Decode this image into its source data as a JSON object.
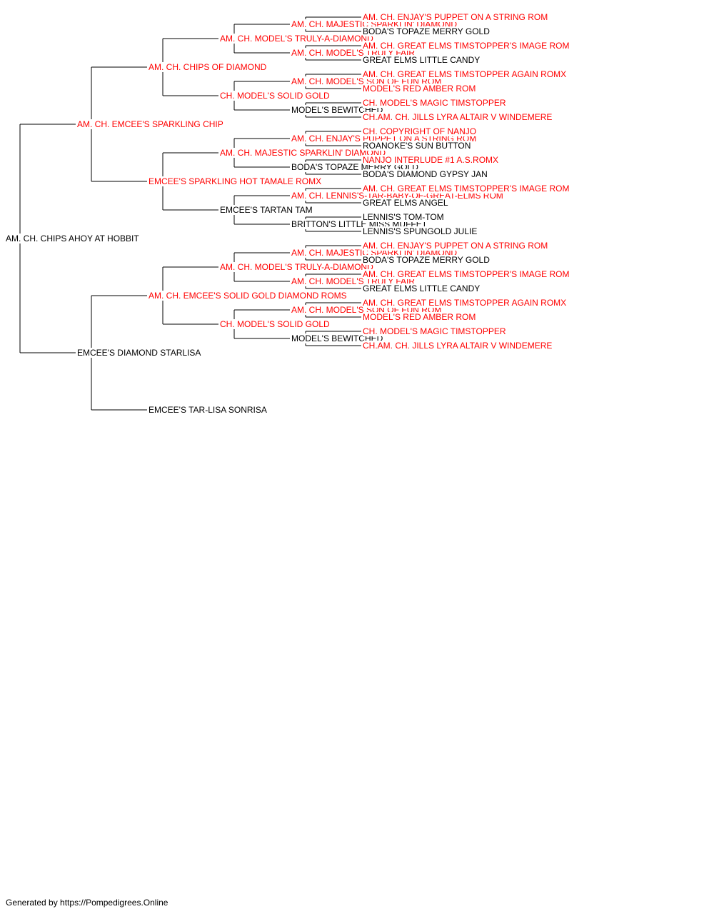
{
  "colors": {
    "champion": "#ff0000",
    "other": "#000000",
    "line": "#000000"
  },
  "pedigree": {
    "name": "AM. CH. CHIPS AHOY AT HOBBIT",
    "champion": false,
    "sire": {
      "name": "AM. CH. EMCEE'S SPARKLING CHIP",
      "champion": true,
      "sire": {
        "name": "AM. CH. CHIPS OF DIAMOND",
        "champion": true,
        "sire": {
          "name": "AM. CH. MODEL'S TRULY-A-DIAMOND",
          "champion": true,
          "sire": {
            "name": "AM. CH. MAJESTIC SPARKLIN' DIAMOND",
            "champion": true,
            "sire": {
              "name": "AM. CH. ENJAY'S PUPPET ON A STRING ROM",
              "champion": true
            },
            "dam": {
              "name": "BODA'S TOPAZE MERRY GOLD",
              "champion": false
            }
          },
          "dam": {
            "name": "AM. CH. MODEL'S TRULY FAIR",
            "champion": true,
            "sire": {
              "name": "AM. CH. GREAT ELMS TIMSTOPPER'S IMAGE ROM",
              "champion": true
            },
            "dam": {
              "name": "GREAT ELMS LITTLE CANDY",
              "champion": false
            }
          }
        },
        "dam": {
          "name": "CH. MODEL'S SOLID GOLD",
          "champion": true,
          "sire": {
            "name": "AM. CH. MODEL'S SON OF FUN ROM",
            "champion": true,
            "sire": {
              "name": "AM. CH. GREAT ELMS TIMSTOPPER AGAIN ROMX",
              "champion": true
            },
            "dam": {
              "name": "MODEL'S RED AMBER ROM",
              "champion": true
            }
          },
          "dam": {
            "name": "MODEL'S BEWITCHED",
            "champion": false,
            "sire": {
              "name": "CH. MODEL'S MAGIC TIMSTOPPER",
              "champion": true
            },
            "dam": {
              "name": "CH.AM. CH. JILLS LYRA ALTAIR V WINDEMERE",
              "champion": true
            }
          }
        }
      },
      "dam": {
        "name": "EMCEE'S SPARKLING HOT TAMALE ROMX",
        "champion": true,
        "sire": {
          "name": "AM. CH. MAJESTIC SPARKLIN' DIAMOND",
          "champion": true,
          "sire": {
            "name": "AM. CH. ENJAY'S PUPPET ON A STRING ROM",
            "champion": true,
            "sire": {
              "name": "CH. COPYRIGHT OF NANJO",
              "champion": true
            },
            "dam": {
              "name": "ROANOKE'S SUN BUTTON",
              "champion": false
            }
          },
          "dam": {
            "name": "BODA'S TOPAZE MERRY GOLD",
            "champion": false,
            "sire": {
              "name": "NANJO INTERLUDE #1 A.S.ROMX",
              "champion": true
            },
            "dam": {
              "name": "BODA'S DIAMOND GYPSY JAN",
              "champion": false
            }
          }
        },
        "dam": {
          "name": "EMCEE'S TARTAN TAM",
          "champion": false,
          "sire": {
            "name": "AM. CH. LENNIS'S-TAR-BABY-OF-GREAT-ELMS ROM",
            "champion": true,
            "sire": {
              "name": "AM. CH. GREAT ELMS TIMSTOPPER'S IMAGE ROM",
              "champion": true
            },
            "dam": {
              "name": "GREAT ELMS ANGEL",
              "champion": false
            }
          },
          "dam": {
            "name": "BRITTON'S LITTLE MISS MUFFET",
            "champion": false,
            "sire": {
              "name": "LENNIS'S TOM-TOM",
              "champion": false
            },
            "dam": {
              "name": "LENNIS'S SPUNGOLD JULIE",
              "champion": false
            }
          }
        }
      }
    },
    "dam": {
      "name": "EMCEE'S DIAMOND STARLISA",
      "champion": false,
      "sire": {
        "name": "AM. CH. EMCEE'S SOLID GOLD DIAMOND ROMS",
        "champion": true,
        "sire": {
          "name": "AM. CH. MODEL'S TRULY-A-DIAMOND",
          "champion": true,
          "sire": {
            "name": "AM. CH. MAJESTIC SPARKLIN' DIAMOND",
            "champion": true,
            "sire": {
              "name": "AM. CH. ENJAY'S PUPPET ON A STRING ROM",
              "champion": true
            },
            "dam": {
              "name": "BODA'S TOPAZE MERRY GOLD",
              "champion": false
            }
          },
          "dam": {
            "name": "AM. CH. MODEL'S TRULY FAIR",
            "champion": true,
            "sire": {
              "name": "AM. CH. GREAT ELMS TIMSTOPPER'S IMAGE ROM",
              "champion": true
            },
            "dam": {
              "name": "GREAT ELMS LITTLE CANDY",
              "champion": false
            }
          }
        },
        "dam": {
          "name": "CH. MODEL'S SOLID GOLD",
          "champion": true,
          "sire": {
            "name": "AM. CH. MODEL'S SON OF FUN ROM",
            "champion": true,
            "sire": {
              "name": "AM. CH. GREAT ELMS TIMSTOPPER AGAIN ROMX",
              "champion": true
            },
            "dam": {
              "name": "MODEL'S RED AMBER ROM",
              "champion": true
            }
          },
          "dam": {
            "name": "MODEL'S BEWITCHED",
            "champion": false,
            "sire": {
              "name": "CH. MODEL'S MAGIC TIMSTOPPER",
              "champion": true
            },
            "dam": {
              "name": "CH.AM. CH. JILLS LYRA ALTAIR V WINDEMERE",
              "champion": true
            }
          }
        }
      },
      "dam": {
        "name": "EMCEE'S TAR-LISA SONRISA",
        "champion": false
      }
    }
  },
  "footer": {
    "text": "Generated by https://Pompedigrees.Online"
  }
}
